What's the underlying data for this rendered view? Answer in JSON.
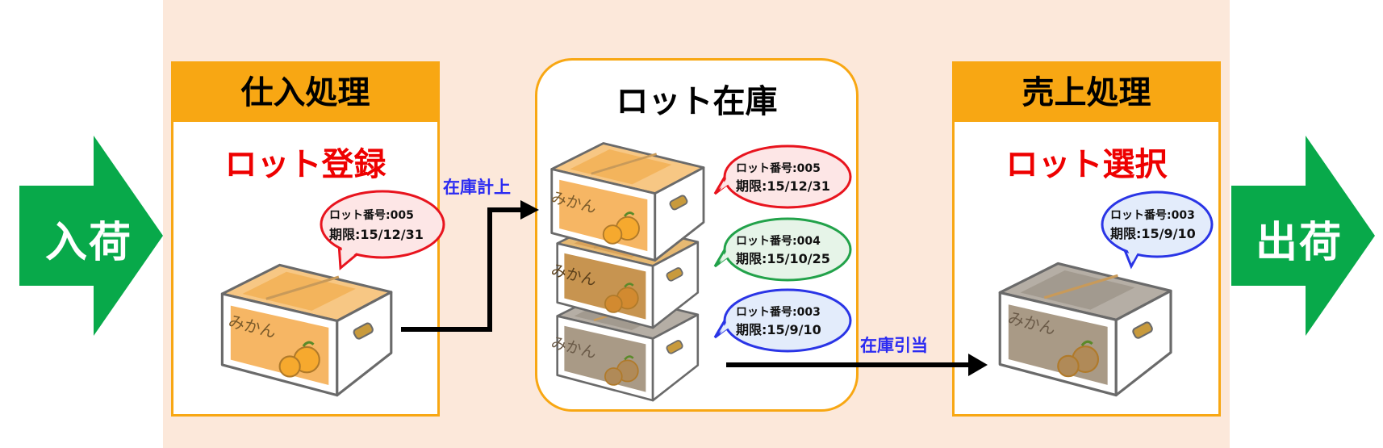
{
  "left_arrow": {
    "label": "入荷",
    "color": "#08a94a"
  },
  "right_arrow": {
    "label": "出荷",
    "color": "#08a94a"
  },
  "purchase_panel": {
    "header": "仕入処理",
    "subtitle": "ロット登録"
  },
  "stock_panel": {
    "title": "ロット在庫"
  },
  "sales_panel": {
    "header": "売上処理",
    "subtitle": "ロット選択"
  },
  "flow_labels": {
    "stock_register": "在庫計上",
    "stock_allocate": "在庫引当"
  },
  "box_label": "みかん",
  "bubbles": {
    "purchase": {
      "line1": "ロット番号:005",
      "line2": "期限:15/12/31",
      "border": "#e8141e",
      "fill": "#fde6e6"
    },
    "stock_top": {
      "line1": "ロット番号:005",
      "line2": "期限:15/12/31",
      "border": "#e8141e",
      "fill": "#fde6e6"
    },
    "stock_mid": {
      "line1": "ロット番号:004",
      "line2": "期限:15/10/25",
      "border": "#22a24a",
      "fill": "#e6f4e8"
    },
    "stock_bot": {
      "line1": "ロット番号:003",
      "line2": "期限:15/9/10",
      "border": "#2a35e6",
      "fill": "#e3ecfb"
    },
    "sales": {
      "line1": "ロット番号:003",
      "line2": "期限:15/9/10",
      "border": "#2a35e6",
      "fill": "#e3ecfb"
    }
  },
  "colors": {
    "accent_orange": "#f8a713",
    "lot_red": "#ee0000",
    "flow_blue": "#2b2bf2",
    "background": "#fce8da"
  }
}
